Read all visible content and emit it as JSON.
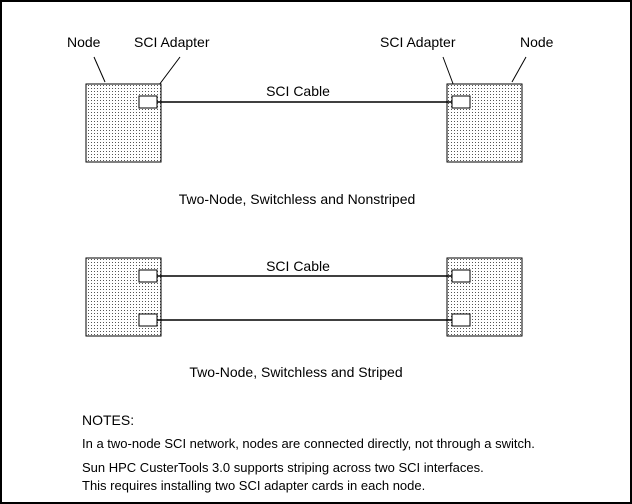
{
  "diagram1": {
    "left_node_label": "Node",
    "left_adapter_label": "SCI Adapter",
    "right_adapter_label": "SCI Adapter",
    "right_node_label": "Node",
    "cable_label": "SCI Cable",
    "caption": "Two-Node, Switchless and Nonstriped"
  },
  "diagram2": {
    "cable_label": "SCI Cable",
    "caption": "Two-Node, Switchless and Striped"
  },
  "notes": {
    "heading": "NOTES:",
    "line1": "In a two-node SCI network, nodes are connected directly, not through a switch.",
    "line2": "Sun HPC CusterTools 3.0 supports striping across two SCI interfaces.",
    "line3": "This requires installing two SCI adapter cards in each node."
  }
}
